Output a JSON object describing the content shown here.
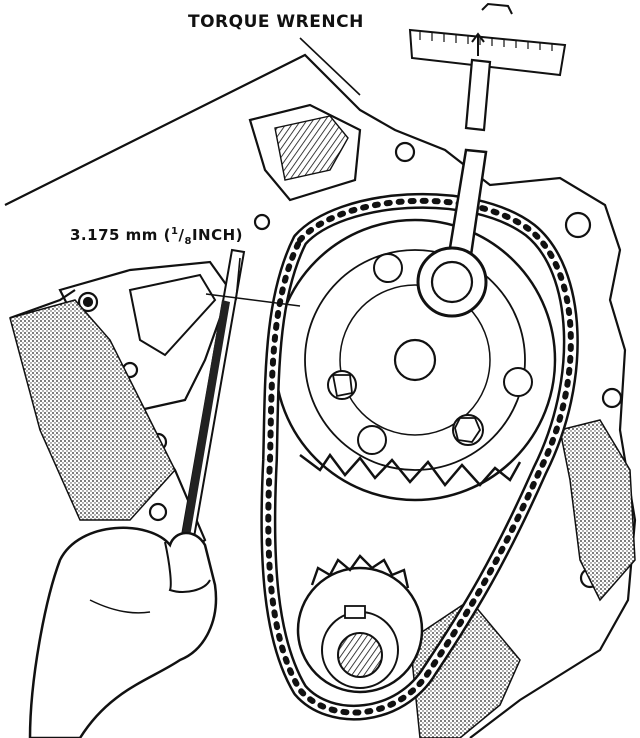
{
  "labels": {
    "torque_wrench": "TORQUE WRENCH",
    "measurement_mm": "3.175 mm (",
    "measurement_num": "1",
    "measurement_den": "8",
    "measurement_unit": "INCH)"
  },
  "colors": {
    "ink": "#111111",
    "paper": "#ffffff",
    "shade": "#8a8a8a"
  }
}
